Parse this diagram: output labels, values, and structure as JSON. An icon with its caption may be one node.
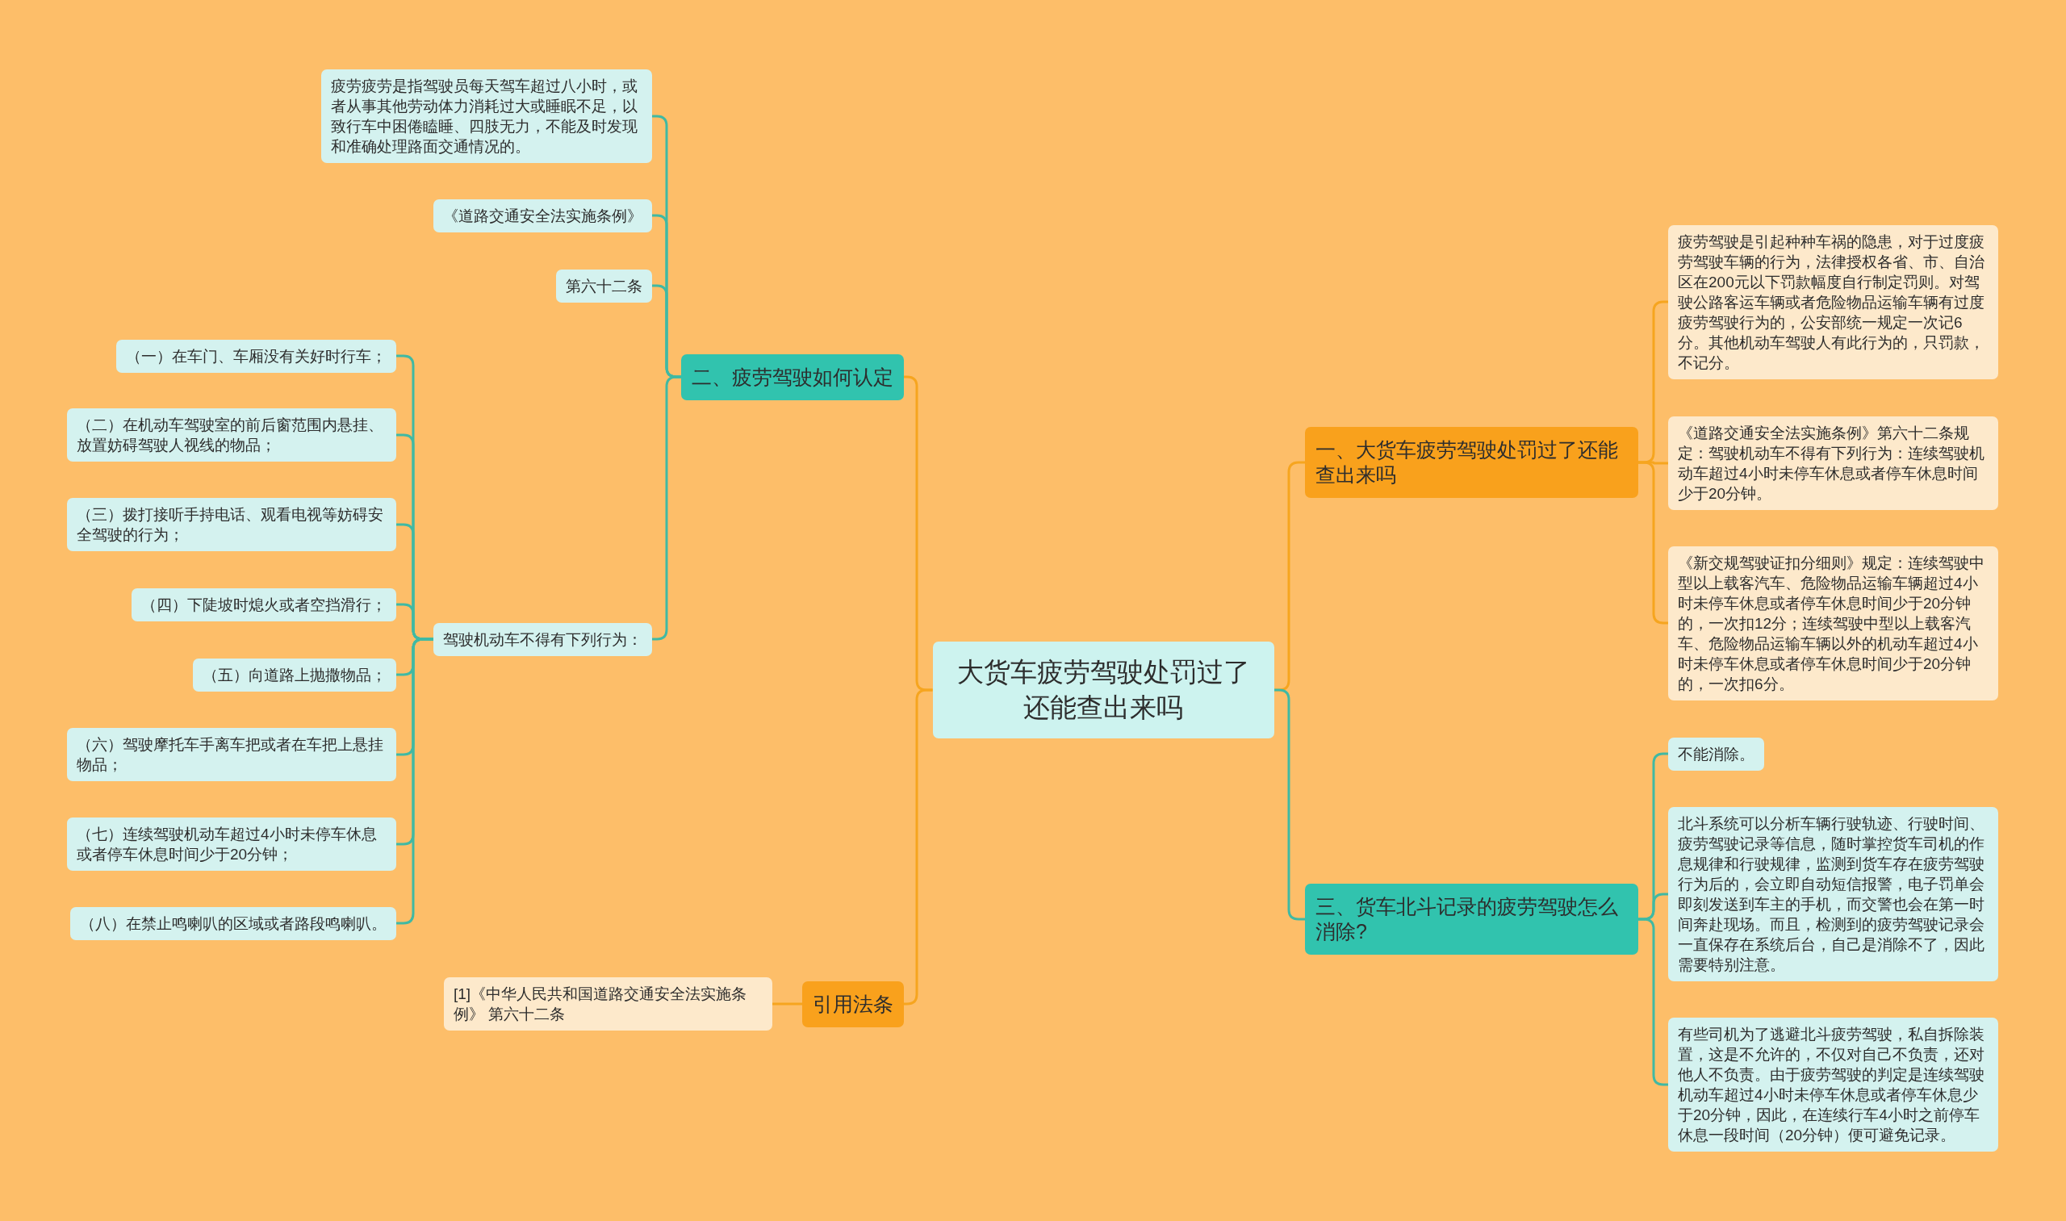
{
  "diagram": {
    "nodes": [
      {
        "text": [
          "大货车疲劳驾驶处罚过了还能查出来吗"
        ]
      },
      {
        "text": [
          "二、疲劳驾驶如何认定"
        ]
      },
      {
        "text": [
          "疲劳疲劳是指驾驶员每天驾车超过八小时，或者从事其他劳动体力消耗过大或睡眠不足，以致行车中困倦瞌睡、四肢无力，不能及时发现和准确处理路面交通情况的。"
        ]
      },
      {
        "text": [
          "《道路交通安全法实施条例》"
        ]
      },
      {
        "text": [
          "第六十二条"
        ]
      },
      {
        "text": [
          "驾驶机动车不得有下列行为："
        ]
      },
      {
        "text": [
          "（一）在车门、车厢没有关好时行车；"
        ]
      },
      {
        "text": [
          "（二）在机动车驾驶室的前后窗范围内悬挂、放置妨碍驾驶人视线的物品；"
        ]
      },
      {
        "text": [
          "（三）拨打接听手持电话、观看电视等妨碍安全驾驶的行为；"
        ]
      },
      {
        "text": [
          "（四）下陡坡时熄火或者空挡滑行；"
        ]
      },
      {
        "text": [
          "（五）向道路上抛撒物品；"
        ]
      },
      {
        "text": [
          "（六）驾驶摩托车手离车把或者在车把上悬挂物品；"
        ]
      },
      {
        "text": [
          "（七）连续驾驶机动车超过4小时未停车休息或者停车休息时间少于20分钟；"
        ]
      },
      {
        "text": [
          "（八）在禁止鸣喇叭的区域或者路段鸣喇叭。"
        ]
      },
      {
        "text": [
          "引用法条"
        ]
      },
      {
        "text": [
          "[1]《中华人民共和国道路交通安全法实施条例》 第六十二条"
        ]
      },
      {
        "text": [
          "一、大货车疲劳驾驶处罚过了还能查出来吗"
        ]
      },
      {
        "text": [
          "疲劳驾驶是引起种种车祸的隐患，对于过度疲劳驾驶车辆的行为，法律授权各省、市、自治区在200元以下罚款幅度自行制定罚则。对驾驶公路客运车辆或者危险物品运输车辆有过度疲劳驾驶行为的，公安部统一规定一次记6分。其他机动车驾驶人有此行为的，只罚款，不记分。"
        ]
      },
      {
        "text": [
          "《道路交通安全法实施条例》第六十二条规定：驾驶机动车不得有下列行为：连续驾驶机动车超过4小时未停车休息或者停车休息时间少于20分钟。"
        ]
      },
      {
        "text": [
          "《新交规驾驶证扣分细则》规定：连续驾驶中型以上载客汽车、危险物品运输车辆超过4小时未停车休息或者停车休息时间少于20分钟的，一次扣12分；连续驾驶中型以上载客汽车、危险物品运输车辆以外的机动车超过4小时未停车休息或者停车休息时间少于20分钟的，一次扣6分。"
        ]
      },
      {
        "text": [
          "三、货车北斗记录的疲劳驾驶怎么消除?"
        ]
      },
      {
        "text": [
          "不能消除。"
        ]
      },
      {
        "text": [
          "北斗系统可以分析车辆行驶轨迹、行驶时间、疲劳驾驶记录等信息，随时掌控货车司机的作息规律和行驶规律，监测到货车存在疲劳驾驶行为后的，会立即自动短信报警，电子罚单会即刻发送到车主的手机，而交警也会在第一时间奔赴现场。而且，检测到的疲劳驾驶记录会一直保存在系统后台，自己是消除不了，因此需要特别注意。"
        ]
      },
      {
        "text": [
          "有些司机为了逃避北斗疲劳驾驶，私自拆除装置，这是不允许的，不仅对自己不负责，还对他人不负责。由于疲劳驾驶的判定是连续驾驶机动车超过4小时未停车休息或者停车休息少于20分钟，因此，在连续行车4小时之前停车休息一段时间（20分钟）便可避免记录。"
        ]
      }
    ],
    "edges": [
      {
        "from": 0,
        "to": 1,
        "arrow": "none",
        "color": "#f6a51f"
      },
      {
        "from": 1,
        "to": 2,
        "arrow": "none"
      },
      {
        "from": 1,
        "to": 3,
        "arrow": "none"
      },
      {
        "from": 1,
        "to": 4,
        "arrow": "none"
      },
      {
        "from": 1,
        "to": 5,
        "arrow": "none"
      },
      {
        "from": 5,
        "to": 6,
        "arrow": "none"
      },
      {
        "from": 5,
        "to": 7,
        "arrow": "none"
      },
      {
        "from": 5,
        "to": 8,
        "arrow": "none"
      },
      {
        "from": 5,
        "to": 9,
        "arrow": "none"
      },
      {
        "from": 5,
        "to": 10,
        "arrow": "none"
      },
      {
        "from": 5,
        "to": 11,
        "arrow": "none"
      },
      {
        "from": 5,
        "to": 12,
        "arrow": "none"
      },
      {
        "from": 5,
        "to": 13,
        "arrow": "none"
      },
      {
        "from": 0,
        "to": 14,
        "arrow": "none",
        "color": "#f6a51f"
      },
      {
        "from": 14,
        "to": 15,
        "arrow": "none",
        "color": "#f6a51f"
      },
      {
        "from": 0,
        "to": 16,
        "arrow": "none",
        "color": "#f6a51f"
      },
      {
        "from": 16,
        "to": 17,
        "arrow": "none",
        "color": "#f6a51f"
      },
      {
        "from": 16,
        "to": 18,
        "arrow": "none",
        "color": "#f6a51f"
      },
      {
        "from": 16,
        "to": 19,
        "arrow": "none",
        "color": "#f6a51f"
      },
      {
        "from": 0,
        "to": 20,
        "arrow": "none"
      },
      {
        "from": 20,
        "to": 21,
        "arrow": "none"
      },
      {
        "from": 20,
        "to": 22,
        "arrow": "none"
      },
      {
        "from": 20,
        "to": 23,
        "arrow": "none"
      }
    ]
  }
}
